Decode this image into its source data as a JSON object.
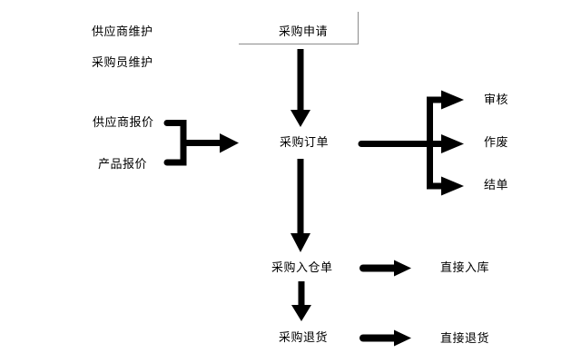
{
  "diagram": {
    "type": "flowchart",
    "nodes": {
      "supplier_maintenance": "供应商维护",
      "buyer_maintenance": "采购员维护",
      "purchase_request": "采购申请",
      "supplier_quote": "供应商报价",
      "product_quote": "产品报价",
      "purchase_order": "采购订单",
      "approve": "审核",
      "cancel": "作废",
      "close_order": "结单",
      "purchase_receipt": "采购入仓单",
      "direct_stock_in": "直接入库",
      "purchase_return": "采购退货",
      "direct_return": "直接退货"
    },
    "edges": [
      {
        "from": "purchase_request",
        "to": "purchase_order"
      },
      {
        "from": "supplier_quote",
        "to": "purchase_order"
      },
      {
        "from": "product_quote",
        "to": "purchase_order"
      },
      {
        "from": "purchase_order",
        "to": "approve"
      },
      {
        "from": "purchase_order",
        "to": "cancel"
      },
      {
        "from": "purchase_order",
        "to": "close_order"
      },
      {
        "from": "purchase_order",
        "to": "purchase_receipt"
      },
      {
        "from": "purchase_receipt",
        "to": "direct_stock_in"
      },
      {
        "from": "purchase_receipt",
        "to": "purchase_return"
      },
      {
        "from": "purchase_return",
        "to": "direct_return"
      }
    ],
    "colors": {
      "background": "#ffffff",
      "arrow": "#000000",
      "text": "#000000",
      "frame_line": "#8c8c8c"
    }
  }
}
